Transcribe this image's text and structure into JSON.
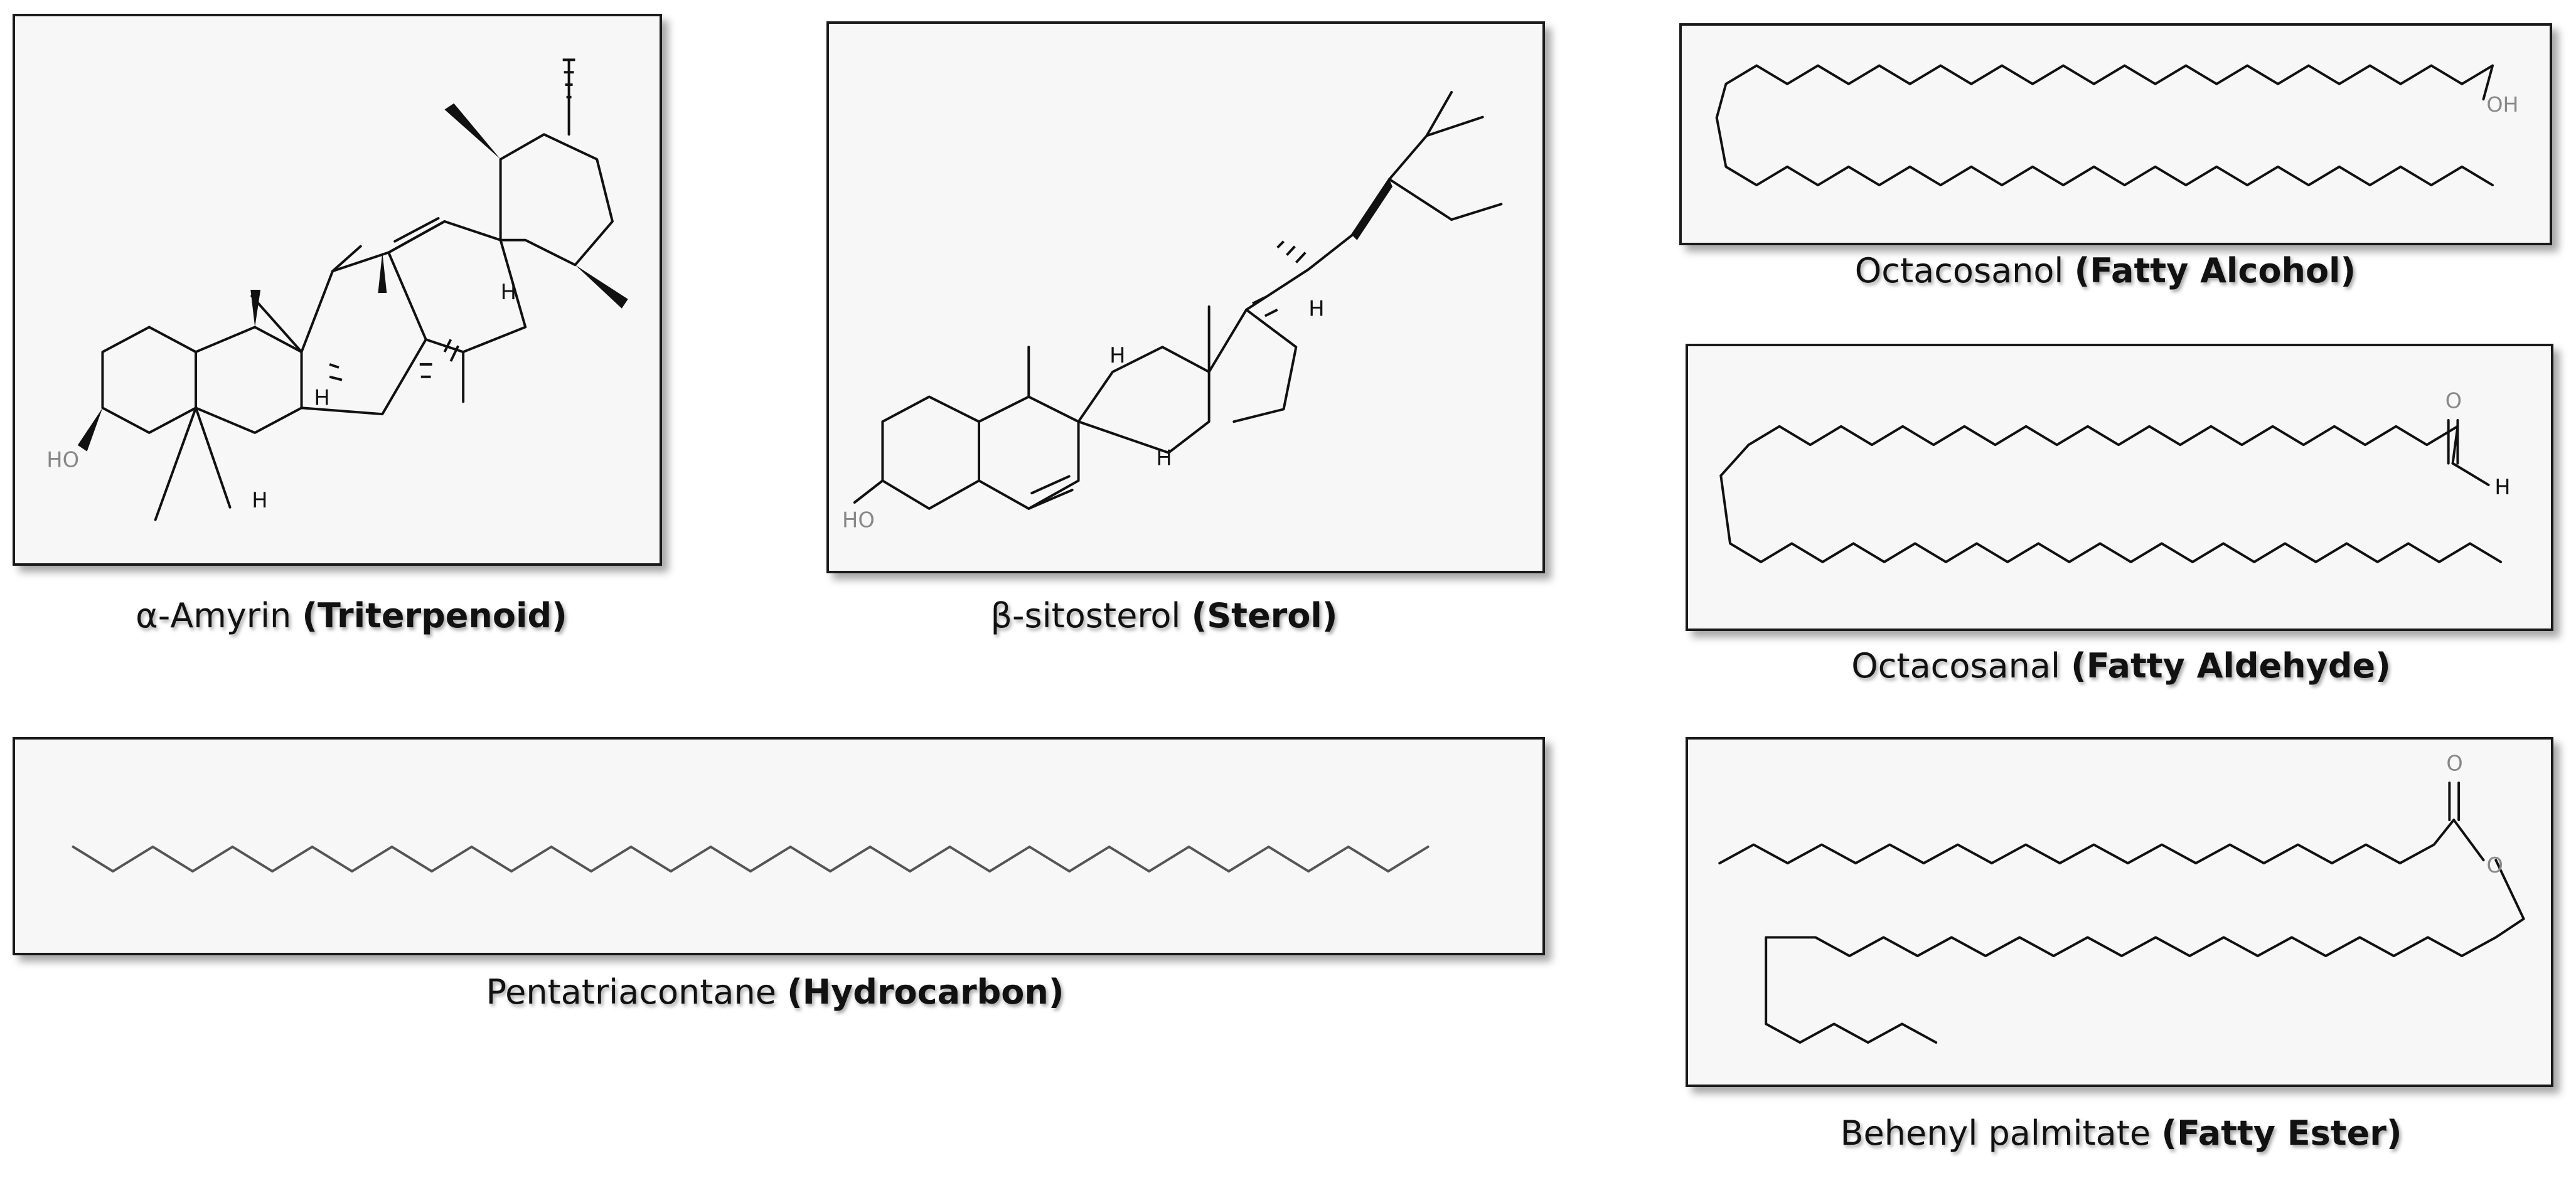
{
  "molecules": [
    {
      "id": "amyrin",
      "name": "α-Amyrin",
      "class": "(Triterpenoid)",
      "atoms": {
        "oh": "HO",
        "h": "H"
      }
    },
    {
      "id": "sitosterol",
      "name": "β-sitosterol",
      "class": "(Sterol)",
      "atoms": {
        "oh": "HO",
        "h": "H"
      }
    },
    {
      "id": "octacosanol",
      "name": "Octacosanol",
      "class": "(Fatty Alcohol)",
      "atoms": {
        "oh": "OH"
      }
    },
    {
      "id": "octacosanal",
      "name": "Octacosanal",
      "class": "(Fatty Aldehyde)",
      "atoms": {
        "o": "O",
        "h": "H"
      }
    },
    {
      "id": "pentatriacontane",
      "name": "Pentatriacontane",
      "class": "(Hydrocarbon)",
      "atoms": {}
    },
    {
      "id": "behenyl",
      "name": "Behenyl palmitate",
      "class": "(Fatty Ester)",
      "atoms": {
        "o1": "O",
        "o2": "O"
      }
    }
  ]
}
